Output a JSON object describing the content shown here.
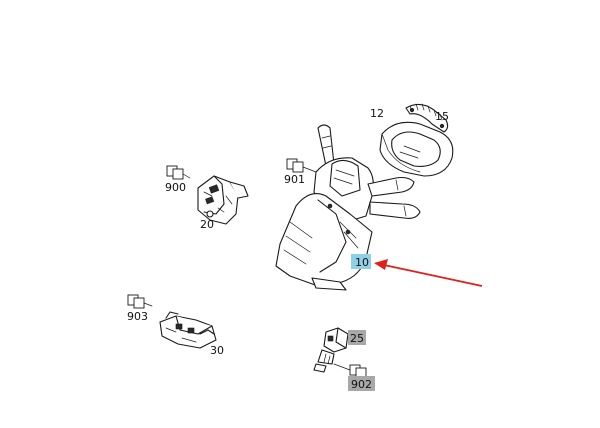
{
  "colors": {
    "highlight_blue": "#8fd0e6",
    "highlight_gray": "#a8a8a8",
    "arrow": "#e0201a"
  },
  "callouts": {
    "c900": "900",
    "c20": "20",
    "c901": "901",
    "c12": "12",
    "c15": "15",
    "c10": "10",
    "c903": "903",
    "c30": "30",
    "c25": "25",
    "c902": "902"
  }
}
